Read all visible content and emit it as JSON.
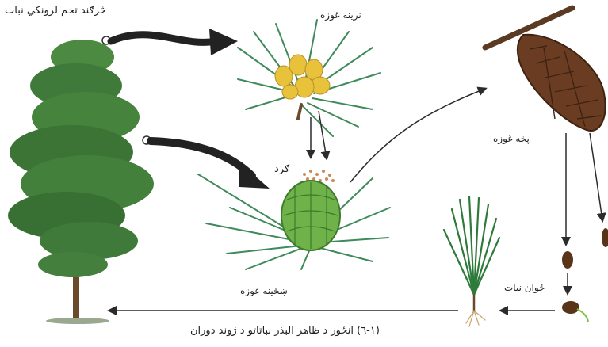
{
  "labels": {
    "gymnosperm_plant": "څرګند تخم لرونکي نبات",
    "male_cone": "نرينه غوزه",
    "mature_cone": "پخه غوزه",
    "pollen": "ګرد",
    "young_plant": "ځوان نبات",
    "female_cone": "ښځينه غوزه"
  },
  "caption": "(١-٦) انځور د ظاهر البذر نباتاتو د ژوند دوران",
  "colors": {
    "foliage": "#3f7a3a",
    "trunk": "#6b4a2b",
    "needles": "#3e8a5a",
    "pollen_sac": "#e8c23a",
    "female_cone": "#6fb24a",
    "mature_cone": "#6a3d22",
    "seed": "#5a3418",
    "arrow": "#2b2b2b"
  }
}
